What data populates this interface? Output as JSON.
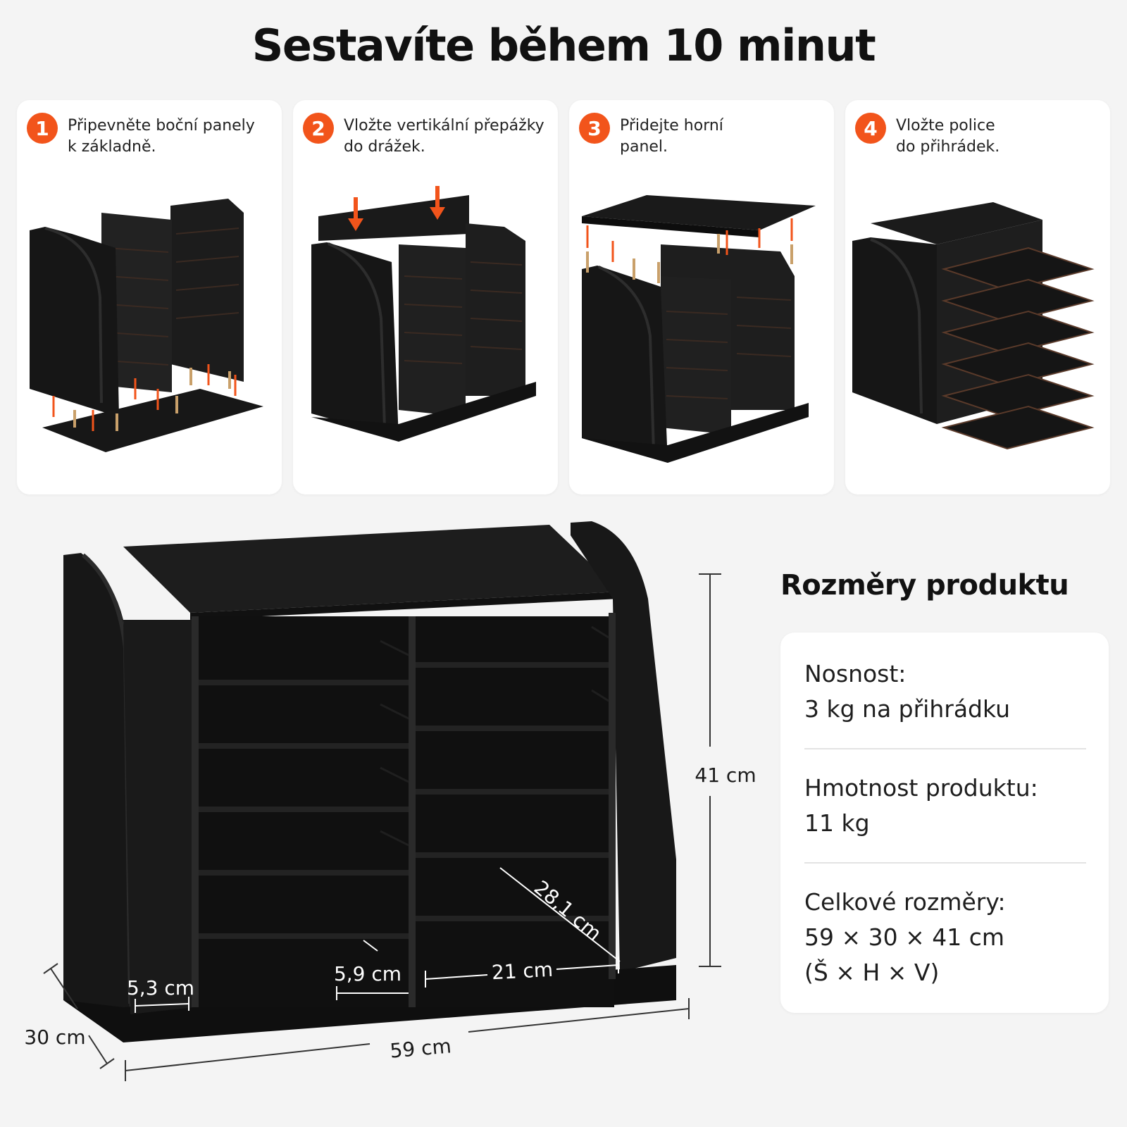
{
  "title": "Sestavíte během 10 minut",
  "steps": [
    {
      "number": "1",
      "line1": "Připevněte boční panely",
      "line2": "k základně."
    },
    {
      "number": "2",
      "line1": "Vložte vertikální přepážky",
      "line2": "do drážek."
    },
    {
      "number": "3",
      "line1": "Přidejte horní",
      "line2": "panel."
    },
    {
      "number": "4",
      "line1": "Vložte police",
      "line2": "do přihrádek."
    }
  ],
  "dimensions_heading": "Rozměry produktu",
  "specs": [
    {
      "label": "Nosnost:",
      "value": "3 kg na přihrádku"
    },
    {
      "label": "Hmotnost produktu:",
      "value": "11 kg"
    },
    {
      "label": "Celkové rozměry:",
      "value": "59 × 30 × 41 cm",
      "note": "(Š × H × V)"
    }
  ],
  "measurements": {
    "height": "41 cm",
    "width": "59 cm",
    "depth": "30 cm",
    "side_gap": "5,3 cm",
    "compartment_height": "5,9 cm",
    "compartment_width": "21 cm",
    "compartment_depth": "28,1 cm"
  },
  "colors": {
    "accent": "#f2541b",
    "furniture": "#1a1a1a",
    "background": "#f4f4f4",
    "card": "#ffffff"
  }
}
